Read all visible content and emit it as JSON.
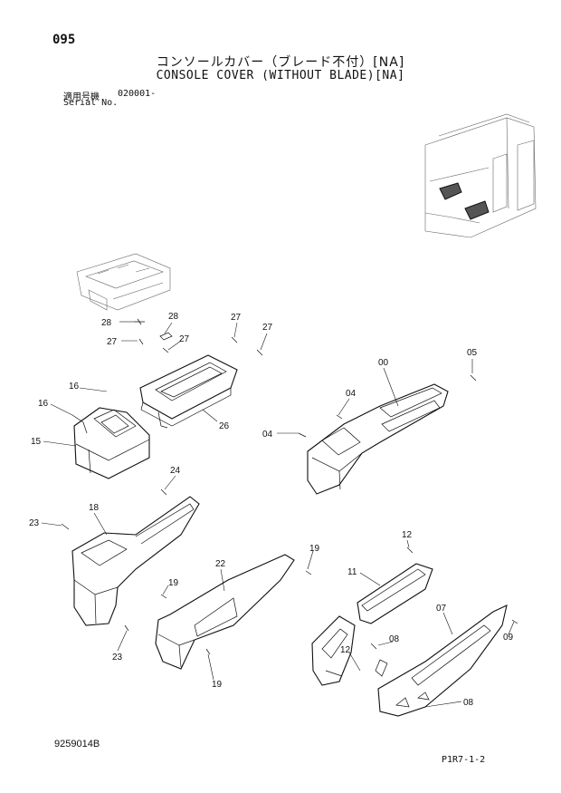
{
  "header": {
    "page_number": "095",
    "title_jp": "コンソールカバー（ブレード不付）[NA]",
    "title_en": "CONSOLE COVER (WITHOUT BLADE)[NA]",
    "serial_label_jp": "適用号機",
    "serial_value": "020001-",
    "serial_label_en": "Serial No."
  },
  "footer": {
    "document_code": "9259014B",
    "page_code": "P1R7-1-2"
  },
  "callouts": [
    "28",
    "28",
    "27",
    "27",
    "27",
    "27",
    "16",
    "16",
    "15",
    "26",
    "00",
    "05",
    "04",
    "04",
    "24",
    "18",
    "23",
    "23",
    "19",
    "19",
    "22",
    "19",
    "12",
    "11",
    "07",
    "08",
    "09",
    "12",
    "08"
  ]
}
